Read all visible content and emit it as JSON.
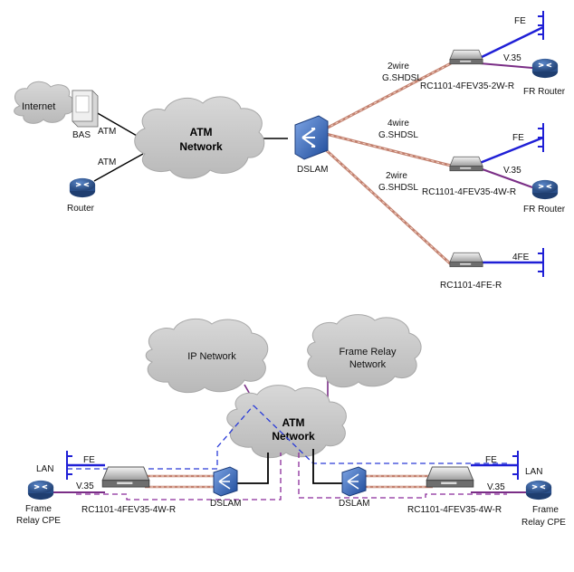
{
  "colors": {
    "cloud": "#c9c9c9",
    "cloud_edge": "#a8a8a8",
    "dsl_line": "#c2806e",
    "ethernet": "#1f1fd6",
    "v35": "#7a2e86",
    "atm_line": "#000000",
    "dash_blue": "#2a3bd8",
    "dash_purple": "#8a2b9a",
    "router_blue": "#2a4f8a",
    "dslam_blue": "#2e5db0"
  },
  "top": {
    "internet": "Internet",
    "bas": "BAS",
    "atm_link_1": "ATM",
    "atm_link_2": "ATM",
    "router": "Router",
    "atm_cloud_line1": "ATM",
    "atm_cloud_line2": "Network",
    "dslam": "DSLAM",
    "links": [
      {
        "line1": "2wire",
        "line2": "G.SHDSL"
      },
      {
        "line1": "4wire",
        "line2": "G.SHDSL"
      },
      {
        "line1": "2wire",
        "line2": "G.SHDSL"
      }
    ],
    "cpe": [
      {
        "model": "RC1101-4FEV35-2W-R",
        "fe": "FE",
        "v35": "V.35",
        "router": "FR Router"
      },
      {
        "model": "RC1101-4FEV35-4W-R",
        "fe": "FE",
        "v35": "V.35",
        "router": "FR Router"
      },
      {
        "model": "RC1101-4FE-R",
        "fe": "4FE"
      }
    ]
  },
  "bottom": {
    "ip_cloud": "IP Network",
    "fr_cloud_line1": "Frame Relay",
    "fr_cloud_line2": "Network",
    "atm_cloud_line1": "ATM",
    "atm_cloud_line2": "Network",
    "left": {
      "lan": "LAN",
      "fe": "FE",
      "v35": "V.35",
      "cpe_line1": "Frame",
      "cpe_line2": "Relay CPE",
      "model": "RC1101-4FEV35-4W-R",
      "dslam": "DSLAM"
    },
    "right": {
      "lan": "LAN",
      "fe": "FE",
      "v35": "V.35",
      "cpe_line1": "Frame",
      "cpe_line2": "Relay CPE",
      "model": "RC1101-4FEV35-4W-R",
      "dslam": "DSLAM"
    }
  }
}
